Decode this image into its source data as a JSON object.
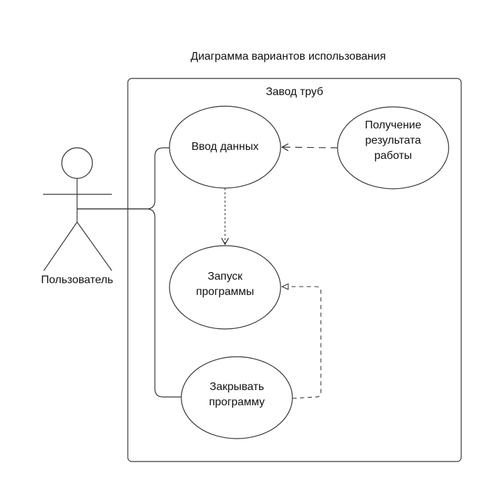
{
  "diagram": {
    "title": "Диаграмма вариантов использования",
    "system_boundary": {
      "label": "Завод труб"
    },
    "actor": {
      "label": "Пользователь"
    },
    "use_cases": {
      "enter_data": "Ввод данных",
      "get_result": "Получение\nрезультата\nработы",
      "run_program": "Запуск\nпрограммы",
      "close_program": "Закрывать\nпрограмму"
    }
  }
}
